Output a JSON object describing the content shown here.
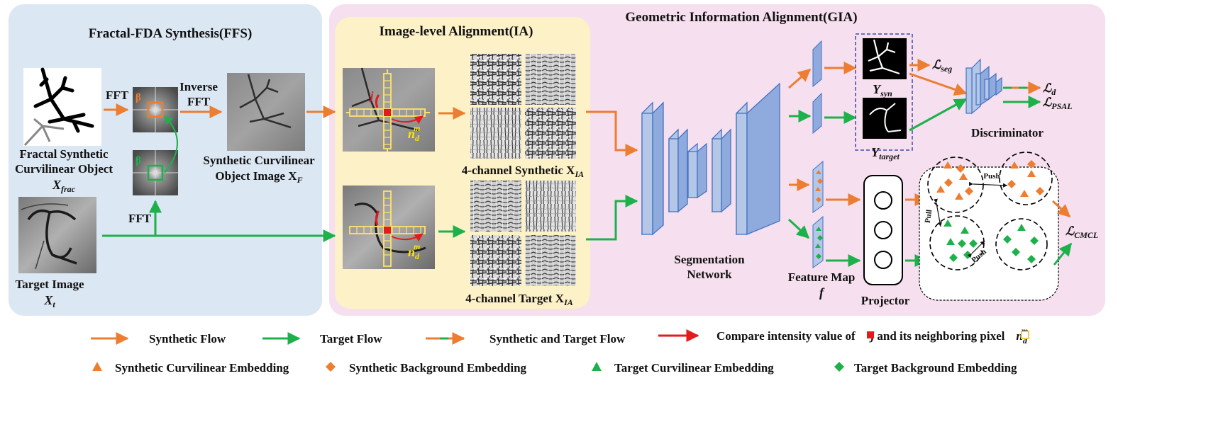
{
  "panels": {
    "ffs_title": "Fractal-FDA Synthesis(FFS)",
    "ia_title": "Image-level Alignment(IA)",
    "gia_title": "Geometric Information Alignment(GIA)"
  },
  "ffs": {
    "fft_top": "FFT",
    "fft_bottom": "FFT",
    "inverse_fft_line1": "Inverse",
    "inverse_fft_line2": "FFT",
    "beta_top": "β",
    "beta_bottom": "β",
    "fractal_label_line1": "Fractal Synthetic",
    "fractal_label_line2": "Curvilinear Object",
    "fractal_var": "X",
    "fractal_sub": "frac",
    "synthetic_label_line1": "Synthetic Curvilinear",
    "synthetic_label_line2": "Object Image X",
    "synthetic_sub": "F",
    "target_label_line1": "Target Image",
    "target_var": "X",
    "target_sub": "t"
  },
  "ia": {
    "j_label": "j",
    "n_base": "n",
    "n_sub": "d",
    "n_sup": "m",
    "synthetic_caption": "4-channel Synthetic X",
    "target_caption": "4-channel Target X",
    "caption_sub": "IA"
  },
  "gia": {
    "y_syn_var": "Y",
    "y_syn_sub": "syn",
    "y_target_var": "Y",
    "y_target_sub": "target",
    "loss_seg_base": "ℒ",
    "loss_seg_sub": "seg",
    "loss_d_base": "ℒ",
    "loss_d_sub": "d",
    "loss_psal_base": "ℒ",
    "loss_psal_sub": "PSAL",
    "loss_cmcl_base": "ℒ",
    "loss_cmcl_sub": "CMCL",
    "discriminator": "Discriminator",
    "seg_net_line1": "Segmentation",
    "seg_net_line2": "Network",
    "feature_map_line1": "Feature Map",
    "feature_map_line2": "f",
    "projector": "Projector",
    "push_top": "Push",
    "pull": "Pull",
    "push_bottom": "Push"
  },
  "legend": {
    "synthetic_flow": "Synthetic Flow",
    "target_flow": "Target Flow",
    "both_flow": "Synthetic and Target Flow",
    "compare_text": "Compare intensity value of",
    "compare_j": "j",
    "compare_mid": "and its neighboring pixel",
    "compare_n_base": "n",
    "compare_n_sub": "d",
    "compare_n_sup": "m",
    "syn_curvilinear": "Synthetic Curvilinear Embedding",
    "syn_background": "Synthetic Background Embedding",
    "tgt_curvilinear": "Target Curvilinear Embedding",
    "tgt_background": "Target  Background Embedding"
  },
  "colors": {
    "synthetic": "#ED7D31",
    "target": "#1DB14B",
    "compare": "#E41A1C",
    "ffs_bg": "#DCE7F4",
    "ia_bg": "#FDF1C7",
    "gia_bg": "#F6DFEE",
    "block_fill": "#B4C7E7",
    "block_stroke": "#4472C4"
  }
}
